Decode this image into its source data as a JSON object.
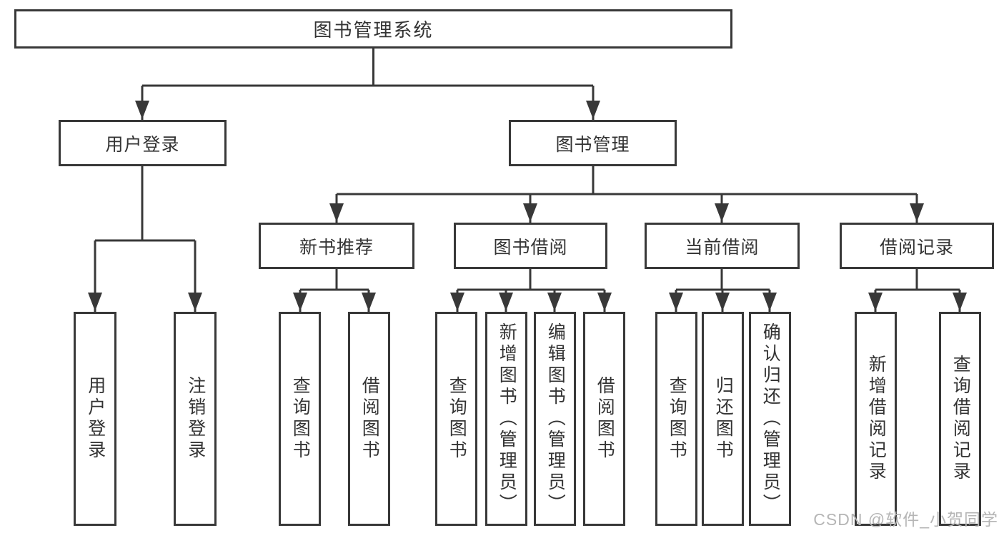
{
  "diagram": {
    "type": "tree-diagram",
    "watermark": "CSDN @软件_小贺同学",
    "colors": {
      "line": "#383838",
      "box_border": "#383838",
      "text": "#333333",
      "background": "#ffffff",
      "watermark_text": "#b5b5b5"
    },
    "nodes": {
      "root": {
        "label": "图书管理系统",
        "children": [
          "user_login",
          "book_mgmt"
        ]
      },
      "user_login": {
        "label": "用户登录",
        "children": [
          "login",
          "logout"
        ]
      },
      "book_mgmt": {
        "label": "图书管理",
        "children": [
          "new_book_rec",
          "book_borrow",
          "current_borrow",
          "borrow_records"
        ]
      },
      "new_book_rec": {
        "label": "新书推荐",
        "children": [
          "nbr_query",
          "nbr_borrow"
        ]
      },
      "book_borrow": {
        "label": "图书借阅",
        "children": [
          "bb_query",
          "bb_add",
          "bb_edit",
          "bb_borrow"
        ]
      },
      "current_borrow": {
        "label": "当前借阅",
        "children": [
          "cb_query",
          "cb_return",
          "cb_confirm"
        ]
      },
      "borrow_records": {
        "label": "借阅记录",
        "children": [
          "br_add",
          "br_query"
        ]
      },
      "login": {
        "label": "用户登录"
      },
      "logout": {
        "label": "注销登录"
      },
      "nbr_query": {
        "label": "查询图书"
      },
      "nbr_borrow": {
        "label": "借阅图书"
      },
      "bb_query": {
        "label": "查询图书"
      },
      "bb_add": {
        "label": "新增图书（管理员）"
      },
      "bb_edit": {
        "label": "编辑图书（管理员）"
      },
      "bb_borrow": {
        "label": "借阅图书"
      },
      "cb_query": {
        "label": "查询图书"
      },
      "cb_return": {
        "label": "归还图书"
      },
      "cb_confirm": {
        "label": "确认归还（管理员）"
      },
      "br_add": {
        "label": "新增借阅记录"
      },
      "br_query": {
        "label": "查询借阅记录"
      }
    }
  }
}
